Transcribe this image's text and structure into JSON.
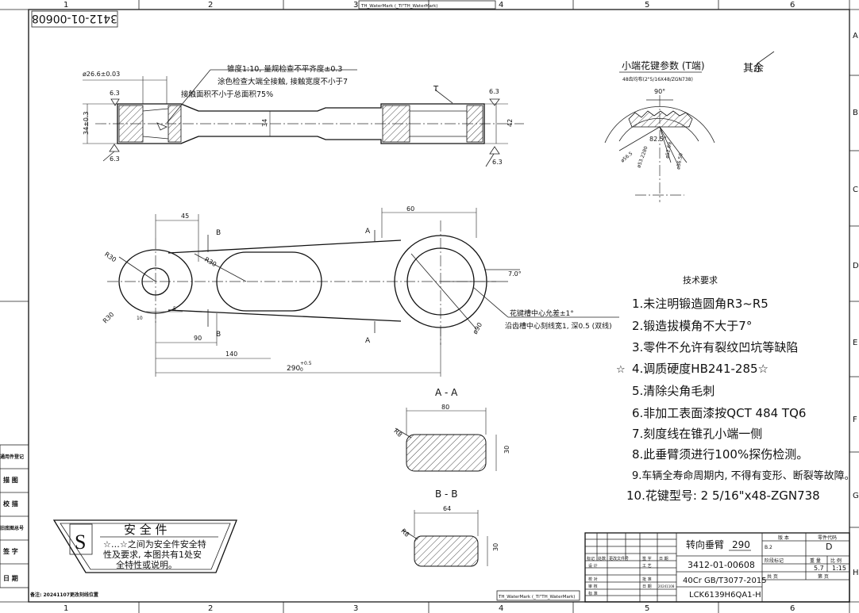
{
  "frame": {
    "col_labels": [
      "1",
      "2",
      "3",
      "4",
      "5",
      "6"
    ],
    "row_labels": [
      "A",
      "B",
      "C",
      "D",
      "E",
      "F",
      "G",
      "H"
    ],
    "drawing_no_rotated": "3412-01-00608",
    "watermark": "TH_WaterMark (_TI\"TH_WaterMark)"
  },
  "top_view": {
    "dia_left": "ø26.6±0.03",
    "dim_34": "34±0.3",
    "dim_34b": "34",
    "dim_42": "42",
    "rough_6_3": "6.3",
    "note_line1": "锥度1:10, 量规检查不平齐度±0.3",
    "note_line2": "涂色检查大端全接触, 接触宽度不小于7",
    "note_line3": "接触面积不小于总面积75%",
    "t_mark": "T"
  },
  "side_view": {
    "dim_45": "45",
    "dim_60": "60",
    "dim_90": "90",
    "dim_140": "140",
    "dim_290": "290",
    "dim_290_tol": "+0.5",
    "dim_290_tol2": "0",
    "dim_10": "10",
    "dim_5": "5",
    "r30a": "R30",
    "r30b": "R30",
    "r30c": "R30",
    "angle_7": "7.0°",
    "dia_90": "ø90",
    "sec_b": "B",
    "sec_a": "A",
    "spline_note1": "花键槽中心允差±1°",
    "spline_note2": "沿齿槽中心刻线宽1, 深0.5 (双线)"
  },
  "spline": {
    "title": "小端花键参数 (T端)",
    "subtitle": "48齿均布(2\"5/16X48/ZGN738)",
    "angle_90": "90°",
    "angle_825": "82.5°",
    "d1": "ø53.2280",
    "d2": "ø52.69",
    "d3": "ø56.50",
    "d4": "ø56.5"
  },
  "rest_symbol": "其余",
  "requirements": {
    "title": "技术要求",
    "items": [
      "1.未注明锻造圆角R3~R5",
      "2.锻造拔模角不大于7°",
      "3.零件不允许有裂纹凹坑等缺陷",
      "4.调质硬度HB241-285☆",
      "5.清除尖角毛刺",
      "6.非加工表面漆按QCT 484 TQ6",
      "7.刻度线在锥孔小端一侧",
      "8.此垂臂须进行100%探伤检测。",
      "9.车辆全寿命周期内, 不得有变形、断裂等故障。",
      "10.花键型号: 2 5/16\"x48-ZGN738"
    ],
    "star": "☆"
  },
  "section_aa": {
    "title": "A - A",
    "width": "80",
    "height": "30",
    "radius": "R8"
  },
  "section_bb": {
    "title": "B - B",
    "width": "64",
    "height": "30",
    "radius": "R8"
  },
  "safety": {
    "letter": "S",
    "title": "安 全 件",
    "line1": "☆…☆之间为安全件安全特",
    "line2": "性及要求, 本图共有1处安",
    "line3": "全特性或说明。"
  },
  "left_column": [
    "通用件登记",
    "描 图",
    "校 描",
    "旧底图总号",
    "签 字",
    "日 期"
  ],
  "bottom_note": "备注: 20241107更改刻线位置",
  "title_block": {
    "part_name": "转向垂臂",
    "part_size": "290",
    "drawing_no": "3412-01-00608",
    "material": "40Cr GB/T3077-2015",
    "model": "LCK6139H6QA1-H",
    "version_label": "版 本",
    "version": "B.2",
    "parts_code_label": "零件代码",
    "parts_code": "D",
    "stage_label": "阶段标记",
    "weight_label": "重 量",
    "scale_label": "比 例",
    "weight": "5.7",
    "scale": "1:15",
    "sheets_label": "共 页",
    "sheet_label": "第 页",
    "rows": [
      "标记",
      "处数",
      "更改文件号",
      "签 字",
      "日 期"
    ],
    "roles": [
      "设 计",
      "校 对",
      "审 核",
      "标 准"
    ],
    "roles2": [
      "工 艺",
      "批 准",
      "日 期"
    ],
    "date": "20241108"
  }
}
